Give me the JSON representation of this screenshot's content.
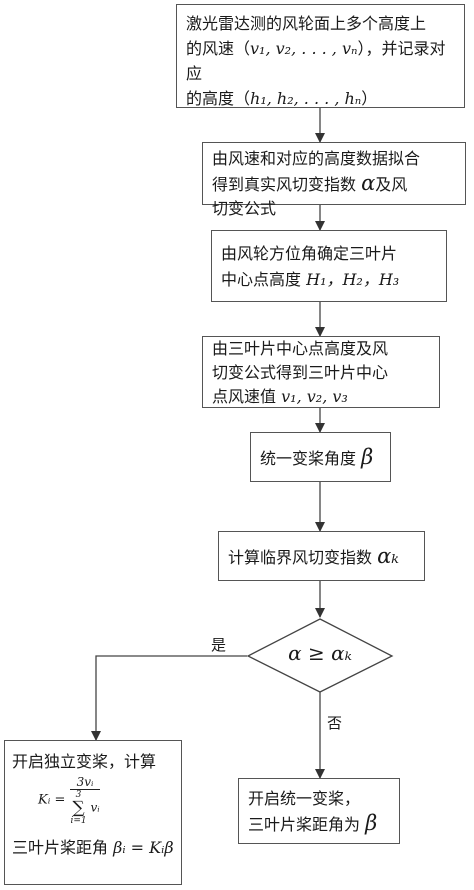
{
  "steps": {
    "s1": {
      "line1": "激光雷达测的风轮面上多个高度上",
      "line2_a": "的风速（",
      "line2_vars": "v₁, v₂, . . . , vₙ",
      "line2_b": "），并记录对应",
      "line3_a": "的高度（",
      "line3_vars": "h₁, h₂, . . . , hₙ",
      "line3_b": "）"
    },
    "s2": {
      "line1": "由风速和对应的高度数据拟合",
      "line2_a": "得到真实风切变指数",
      "alpha": "α",
      "line2_b": "及风",
      "line3": "切变公式"
    },
    "s3": {
      "line1": "由风轮方位角确定三叶片",
      "line2_a": "中心点高度",
      "vars": "H₁，H₂，H₃"
    },
    "s4": {
      "line1": "由三叶片中心点高度及风",
      "line2": "切变公式得到三叶片中心",
      "line3_a": "点风速值",
      "vars": "v₁, v₂, v₃"
    },
    "s5": {
      "text": "统一变桨角度",
      "beta": "β"
    },
    "s6": {
      "text": "计算临界风切变指数",
      "alpha_k": "αₖ"
    },
    "decision": {
      "text": "α ≥ αₖ"
    },
    "yes_label": "是",
    "no_label": "否",
    "left": {
      "line1": "开启独立变桨，计算",
      "k_lhs": "Kᵢ =",
      "num": "3vᵢ",
      "den_sum": "∑",
      "den_top": "3",
      "den_bot": "i=1",
      "den_var": "vᵢ",
      "line3_a": "三叶片桨距角",
      "line3_eq": "βᵢ = Kᵢβ"
    },
    "right": {
      "line1": "开启统一变桨，",
      "line2_a": "三叶片桨距角为",
      "beta": "β"
    }
  }
}
